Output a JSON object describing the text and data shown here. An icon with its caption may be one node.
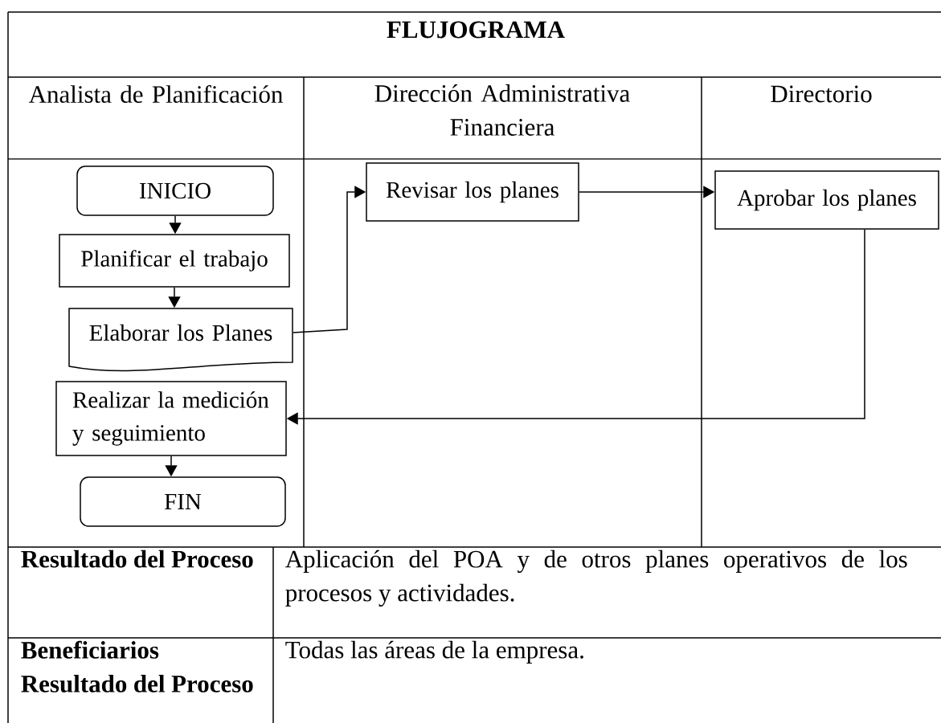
{
  "diagram": {
    "title": "FLUJOGRAMA",
    "nodes": [
      {
        "text": [
          "INICIO"
        ]
      },
      {
        "text": [
          "Planificar el trabajo"
        ]
      },
      {
        "text": [
          "Elaborar los Planes"
        ]
      },
      {
        "text": [
          "Revisar los planes"
        ]
      },
      {
        "text": [
          "Aprobar los planes"
        ]
      },
      {
        "text": [
          "Realizar la medición y seguimiento"
        ]
      },
      {
        "text": [
          "FIN"
        ]
      }
    ],
    "edges": [
      {
        "from": 0,
        "to": 1,
        "arrow": "to"
      },
      {
        "from": 1,
        "to": 2,
        "arrow": "to"
      },
      {
        "from": 2,
        "to": 3,
        "arrow": "to"
      },
      {
        "from": 3,
        "to": 4,
        "arrow": "to"
      },
      {
        "from": 4,
        "to": 5,
        "arrow": "to"
      },
      {
        "from": 5,
        "to": 6,
        "arrow": "to"
      }
    ],
    "labels": [
      "Analista de Planificación",
      "Dirección Administrativa Financiera",
      "Directorio",
      "Resultado del Proceso",
      "Aplicación del POA y de otros planes operativos de los procesos y actividades.",
      "Beneficiarios Resultado del Proceso",
      "Todas las áreas de la empresa."
    ]
  }
}
